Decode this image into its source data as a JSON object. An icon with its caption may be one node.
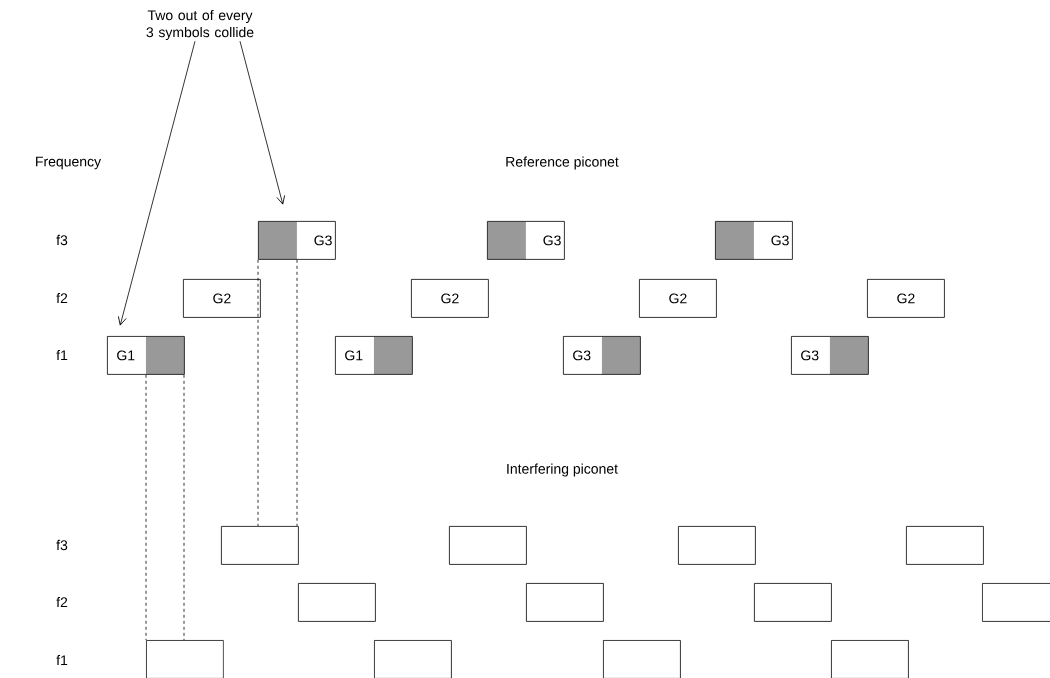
{
  "diagram": {
    "nodes": [
      {
        "text": [
          "Two out  of every 3 symbols collide"
        ]
      },
      {
        "text": [
          "G3"
        ]
      },
      {
        "text": [
          "G3"
        ]
      },
      {
        "text": [
          "G3"
        ]
      },
      {
        "text": [
          "G2"
        ]
      },
      {
        "text": [
          "G2"
        ]
      },
      {
        "text": [
          "G2"
        ]
      },
      {
        "text": [
          "G2"
        ]
      },
      {
        "text": [
          "G1"
        ]
      },
      {
        "text": [
          "G1"
        ]
      },
      {
        "text": [
          "G3"
        ]
      },
      {
        "text": [
          "G3"
        ]
      },
      {
        "text": [],
        "shape": "box"
      },
      {
        "text": [],
        "shape": "box"
      },
      {
        "text": [],
        "shape": "box"
      },
      {
        "text": [],
        "shape": "box"
      },
      {
        "text": [],
        "shape": "box"
      },
      {
        "text": [],
        "shape": "box"
      },
      {
        "text": [],
        "shape": "box"
      },
      {
        "text": [],
        "shape": "box"
      },
      {
        "text": [],
        "shape": "box"
      },
      {
        "text": [],
        "shape": "box"
      },
      {
        "text": [],
        "shape": "box"
      },
      {
        "text": [],
        "shape": "box"
      }
    ],
    "edges": [
      {
        "from": 0,
        "to": 8,
        "arrow": "to"
      },
      {
        "from": 0,
        "to": 1,
        "arrow": "to"
      },
      {
        "from": 8,
        "to": 20,
        "arrow": "none",
        "style": "dashed"
      },
      {
        "from": 8,
        "to": 20,
        "arrow": "none",
        "style": "dashed"
      },
      {
        "from": 1,
        "to": 12,
        "arrow": "none",
        "style": "dashed"
      },
      {
        "from": 1,
        "to": 12,
        "arrow": "none",
        "style": "dashed"
      }
    ],
    "labels": [
      "Frequency",
      "Reference piconet",
      "f3",
      "f2",
      "f1",
      "Interfering piconet",
      "f3",
      "f2",
      "f1"
    ]
  }
}
